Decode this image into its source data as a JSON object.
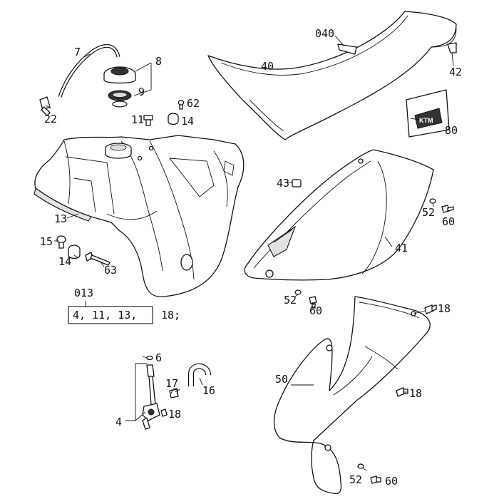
{
  "callouts": {
    "c7": "7",
    "c8": "8",
    "c9": "9",
    "c22": "22",
    "c62": "62",
    "c11": "11",
    "c14a": "14",
    "c040": "040",
    "c40": "40",
    "c42": "42",
    "c80": "80",
    "c13": "13",
    "c43": "43",
    "c52a": "52",
    "c60a": "60",
    "c41": "41",
    "c15": "15",
    "c14b": "14",
    "c63": "63",
    "c52b": "52",
    "c60b": "60",
    "c013": "013",
    "c18a": "18",
    "c6": "6",
    "c50": "50",
    "c17": "17",
    "c16": "16",
    "c18b": "18",
    "c4": "4",
    "c18c": "18",
    "c52c": "52",
    "c60c": "60"
  },
  "kit": {
    "boxed": "4, 11, 13,",
    "extra": "18;"
  },
  "sticker": {
    "brand": "KTM"
  }
}
